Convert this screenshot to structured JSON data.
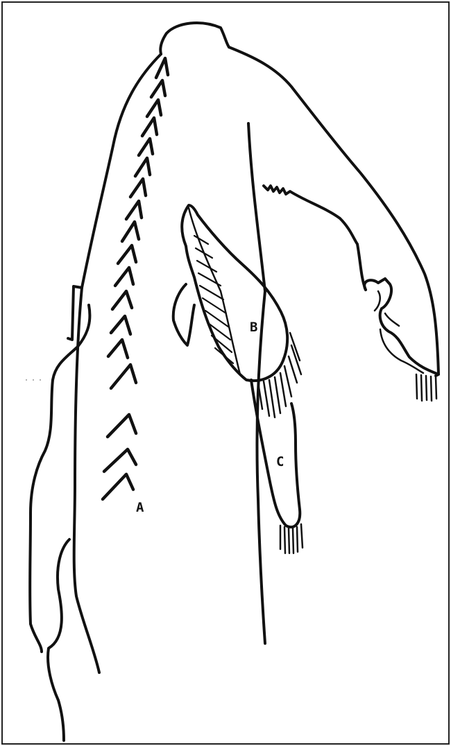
{
  "figure": {
    "labels": {
      "a": "A",
      "b": "B",
      "c": "C"
    },
    "colors": {
      "ink": "#111111",
      "background": "#ffffff",
      "frame": "#222222"
    }
  }
}
